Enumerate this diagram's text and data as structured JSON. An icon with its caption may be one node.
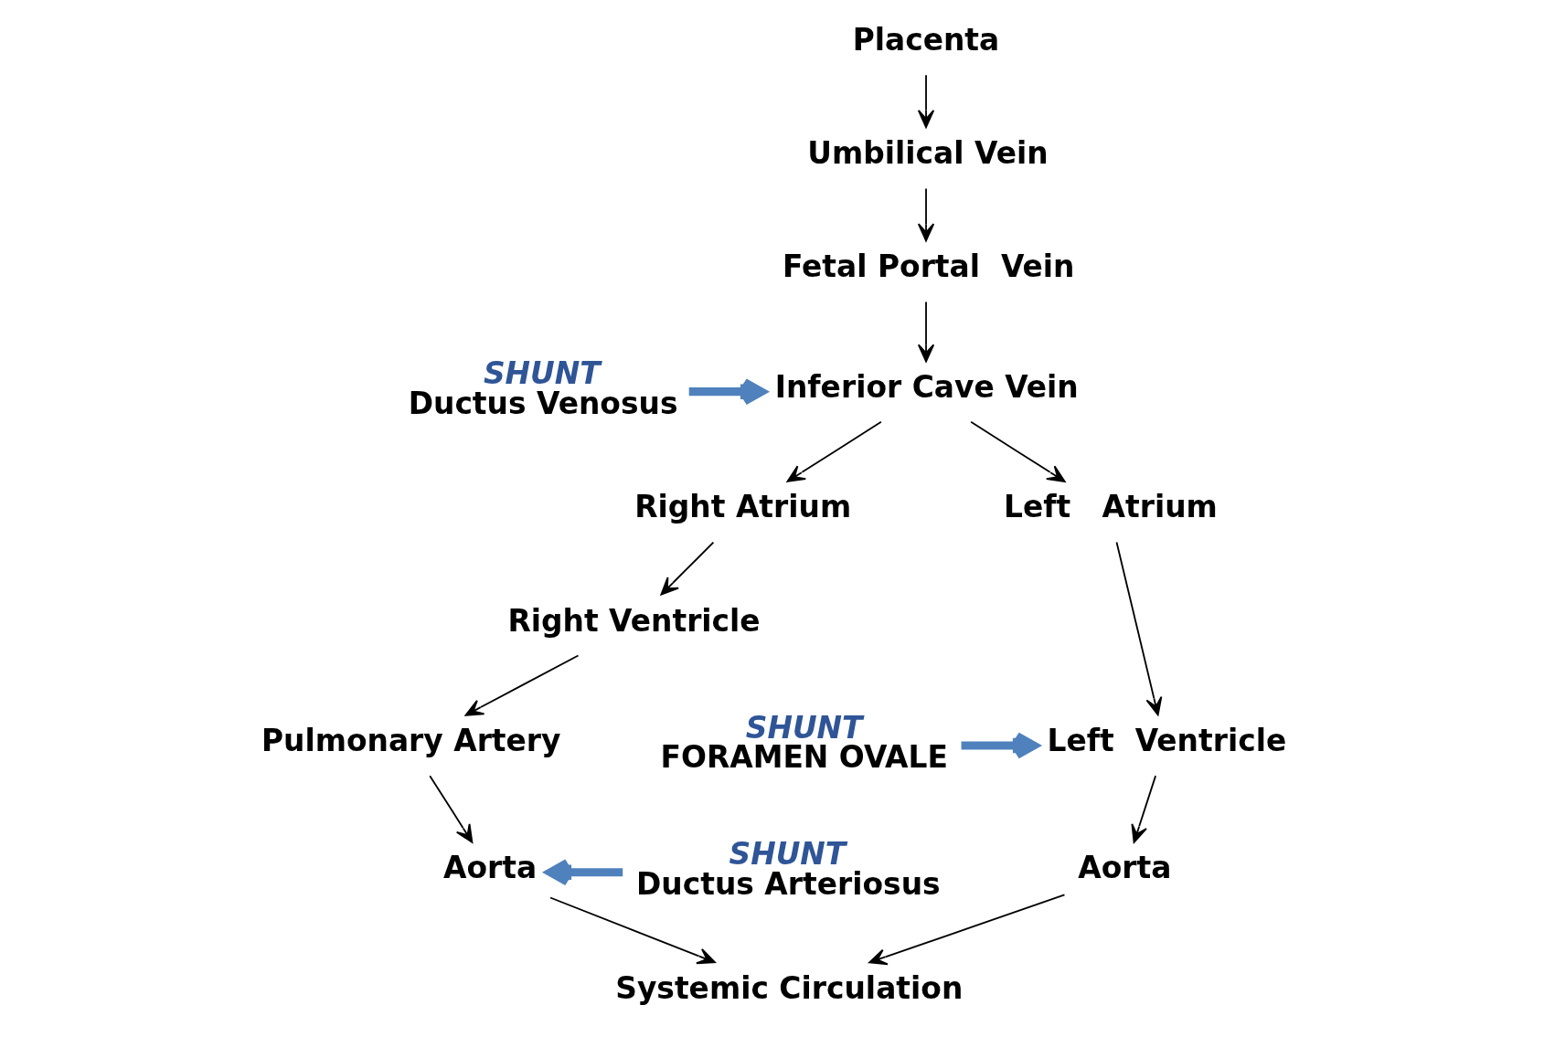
{
  "diagram": {
    "nodes": [
      {
        "text": [
          "Placenta"
        ]
      },
      {
        "text": [
          "Umbilical Vein"
        ]
      },
      {
        "text": [
          "Fetal Portal  Vein"
        ]
      },
      {
        "text": [
          "Inferior Cave Vein"
        ]
      },
      {
        "text": [
          "Right Atrium"
        ]
      },
      {
        "text": [
          "Left   Atrium"
        ]
      },
      {
        "text": [
          "Right Ventricle"
        ]
      },
      {
        "text": [
          "Left  Ventricle"
        ]
      },
      {
        "text": [
          "Pulmonary Artery"
        ]
      },
      {
        "text": [
          "Aorta"
        ]
      },
      {
        "text": [
          "Aorta"
        ]
      },
      {
        "text": [
          "Systemic Circulation"
        ]
      },
      {
        "text": [
          "SHUNT",
          "Ductus Venosus"
        ]
      },
      {
        "text": [
          "SHUNT",
          "FORAMEN OVALE"
        ]
      },
      {
        "text": [
          "SHUNT",
          "Ductus Arteriosus"
        ]
      }
    ],
    "edges": [
      {
        "from": 0,
        "to": 1,
        "arrow": "to"
      },
      {
        "from": 1,
        "to": 2,
        "arrow": "to"
      },
      {
        "from": 2,
        "to": 3,
        "arrow": "to"
      },
      {
        "from": 3,
        "to": 4,
        "arrow": "to"
      },
      {
        "from": 3,
        "to": 5,
        "arrow": "to"
      },
      {
        "from": 4,
        "to": 6,
        "arrow": "to"
      },
      {
        "from": 5,
        "to": 7,
        "arrow": "to"
      },
      {
        "from": 6,
        "to": 8,
        "arrow": "to"
      },
      {
        "from": 8,
        "to": 9,
        "arrow": "to"
      },
      {
        "from": 7,
        "to": 10,
        "arrow": "to"
      },
      {
        "from": 9,
        "to": 11,
        "arrow": "to"
      },
      {
        "from": 10,
        "to": 11,
        "arrow": "to"
      },
      {
        "from": 12,
        "to": 3,
        "arrow": "to",
        "style": "thick",
        "color": "#4f81bd"
      },
      {
        "from": 13,
        "to": 7,
        "arrow": "to",
        "style": "thick",
        "color": "#4f81bd"
      },
      {
        "from": 14,
        "to": 9,
        "arrow": "to",
        "style": "thick",
        "color": "#4f81bd"
      }
    ]
  }
}
